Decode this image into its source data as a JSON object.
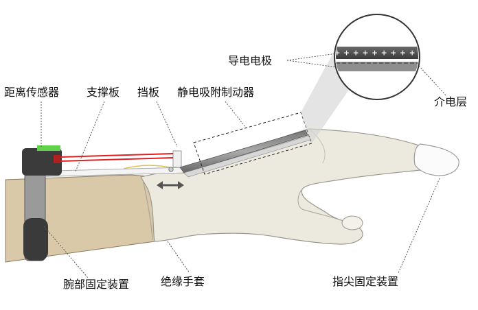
{
  "labels": {
    "distance_sensor": "距离传感器",
    "support_plate": "支撑板",
    "baffle": "挡板",
    "electroadhesive_brake": "静电吸附制动器",
    "conductive_electrode": "导电电极",
    "dielectric_layer": "介电层",
    "wrist_fixture": "腕部固定装置",
    "insulating_glove": "绝缘手套",
    "fingertip_fixture": "指尖固定装置"
  },
  "electrode_symbols": "+ + + + + + + + + + + + + +",
  "colors": {
    "skin": "#d9c9a9",
    "glove": "#ece9df",
    "sensor_body": "#3b3b3b",
    "sensor_led": "#5fd14a",
    "laser": "#e02020",
    "strap": "#9a9a9a",
    "electrode": "#555555",
    "callout_line": "#555555"
  }
}
